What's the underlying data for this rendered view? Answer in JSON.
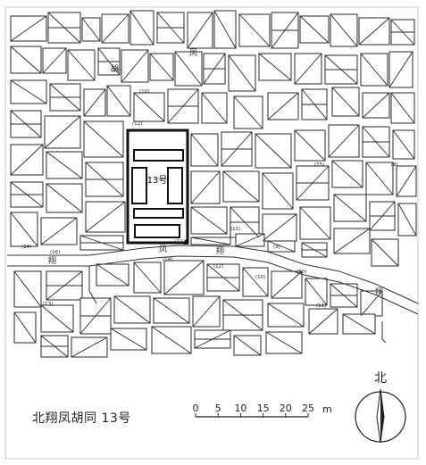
{
  "caption": "北翔凤胡同 13号",
  "target_label": "13号",
  "street_chars": [
    "凤",
    "翔",
    "翔",
    "凤",
    "胡",
    "翔"
  ],
  "plot_numbers": [
    "(12)",
    "(13)",
    "(11)",
    "(9)",
    "(14)",
    "(10)",
    "(11)",
    "(10)",
    "(8)",
    "(10)",
    "(13)",
    "(11)",
    "(12)",
    "(14)",
    "(16)",
    "(15)"
  ],
  "scale_bar": {
    "ticks": [
      "0",
      "5",
      "10",
      "15",
      "20",
      "25"
    ],
    "unit": "m"
  },
  "north_label": "北",
  "colors": {
    "line": "#2a2a2a",
    "background": "#ffffff",
    "target": "#111111"
  }
}
